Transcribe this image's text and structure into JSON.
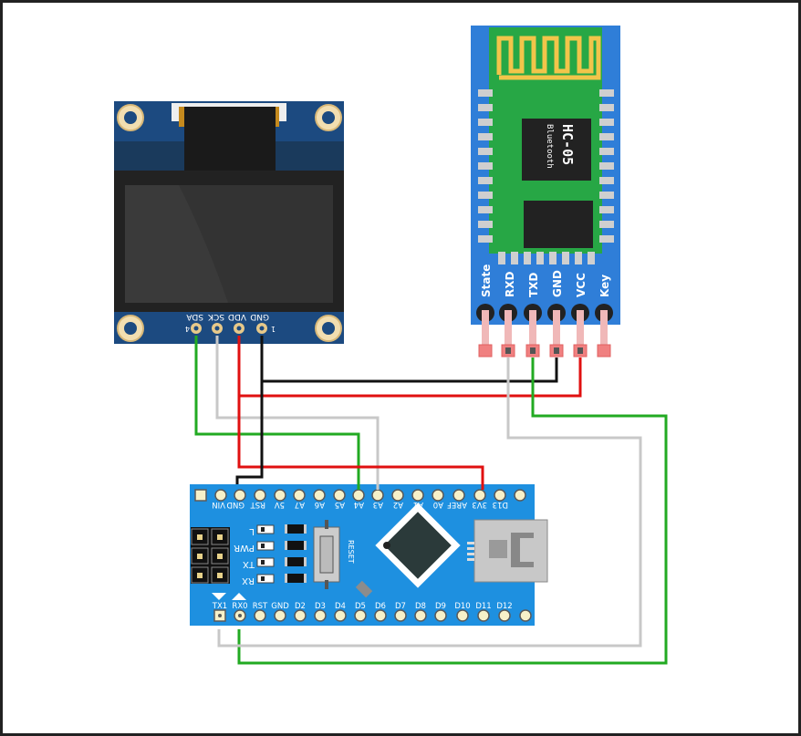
{
  "oled": {
    "pins": [
      "GND",
      "VDD",
      "SCK",
      "SDA"
    ],
    "pin_numbers": [
      "1",
      "4"
    ]
  },
  "hc05": {
    "model": "HC-05",
    "subtitle": "Bluetooth",
    "pins": [
      "State",
      "RXD",
      "TXD",
      "GND",
      "VCC",
      "Key"
    ]
  },
  "nano": {
    "top_pins": [
      "D13",
      "3V3",
      "AREF",
      "A0",
      "A1",
      "A2",
      "A3",
      "A4",
      "A5",
      "A6",
      "A7",
      "5V",
      "RST",
      "GND",
      "VIN"
    ],
    "bottom_pins": [
      "TX1",
      "RX0",
      "RST",
      "GND",
      "D2",
      "D3",
      "D4",
      "D5",
      "D6",
      "D7",
      "D8",
      "D9",
      "D10",
      "D11",
      "D12"
    ],
    "leds": [
      "L",
      "PWR",
      "TX",
      "RX"
    ],
    "reset_label": "RESET"
  },
  "wire_colors": {
    "signal_sda": "#22aa22",
    "signal_sck": "#c8c8c8",
    "power": "#e01010",
    "ground": "#111111",
    "bt_tx": "#22aa22",
    "bt_rx": "#c8c8c8"
  },
  "colors": {
    "oled_board": "#1c4a80",
    "hc05_board": "#2f7ed8",
    "hc05_pcb": "#27a745",
    "nano_board": "#1e90e0",
    "header_pin": "#f0b8b8"
  }
}
